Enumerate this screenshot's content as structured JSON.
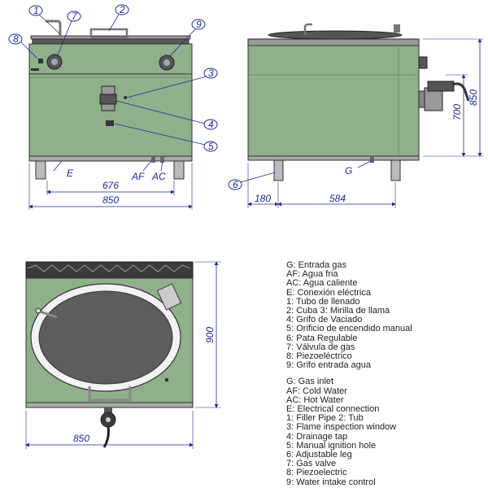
{
  "dimensions": {
    "front_width": "850",
    "front_inner": "676",
    "side_depth": "584",
    "side_leg": "180",
    "side_height_upper": "700",
    "side_height_total": "850",
    "top_depth": "900",
    "top_width": "850"
  },
  "callouts": {
    "c1": "1",
    "c2": "2",
    "c3": "3",
    "c4": "4",
    "c5": "5",
    "c6": "6",
    "c7": "7",
    "c8": "8",
    "c9": "9",
    "E": "E",
    "AF": "AF",
    "AC": "AC",
    "G": "G"
  },
  "legend_es": [
    "G: Entrada gas",
    "AF: Agua fria",
    "AC: Agua caliente",
    "E: Conexión eléctrica",
    "1: Tubo de llenado",
    "2: Cuba   3: Mirilla de llama",
    "4: Grifo de Vaciado",
    "5: Orificio de encendido manual",
    "6: Pata Regulable",
    "7: Válvula de gas",
    "8: Piezoeléctrico",
    "9: Grifo entrada agua"
  ],
  "legend_en": [
    "G: Gas inlet",
    "AF: Cold Water",
    "AC: Hot Water",
    "E: Electrical connection",
    "1: Filler Pipe   2: Tub",
    "3: Flame inspection window",
    "4: Drainage tap",
    "5: Manual ignition hole",
    "6: Adjustable leg",
    "7: Gas valve",
    "8: Piezoelectric",
    "9: Water intake control"
  ],
  "colors": {
    "body": "#8fb08a",
    "body_dark": "#6f8f6c",
    "steel": "#c8c8c8",
    "dark": "#3a3a3a",
    "dimension": "#1a2a9a"
  }
}
